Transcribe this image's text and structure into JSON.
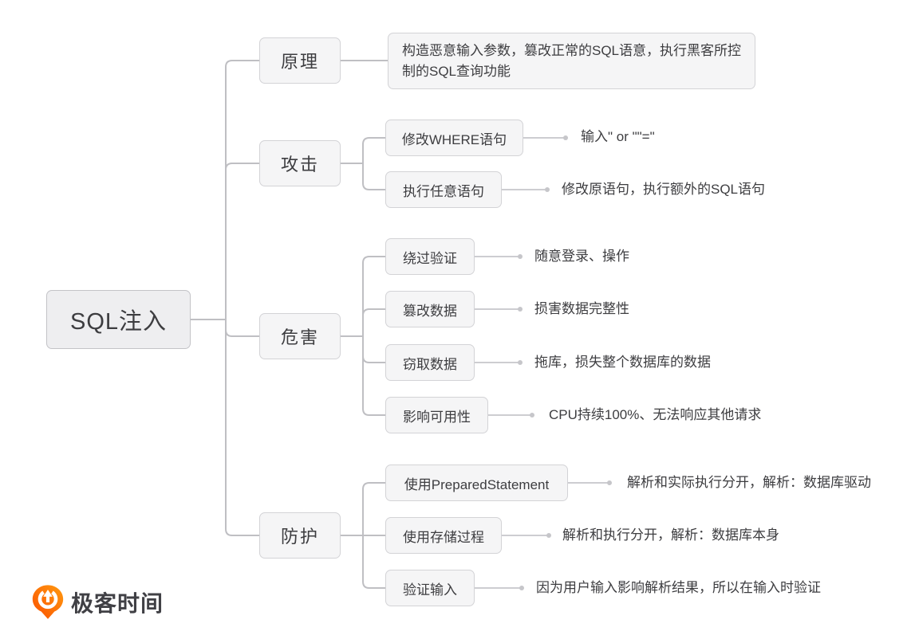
{
  "root": {
    "label": "SQL注入"
  },
  "branches": [
    {
      "label": "原理",
      "children": [
        {
          "label": "构造恶意输入参数，篡改正常的SQL语意，执行黑客所控制的SQL查询功能"
        }
      ]
    },
    {
      "label": "攻击",
      "children": [
        {
          "label": "修改WHERE语句",
          "leaf": "输入\" or \"\"=\""
        },
        {
          "label": "执行任意语句",
          "leaf": "修改原语句，执行额外的SQL语句"
        }
      ]
    },
    {
      "label": "危害",
      "children": [
        {
          "label": "绕过验证",
          "leaf": "随意登录、操作"
        },
        {
          "label": "篡改数据",
          "leaf": "损害数据完整性"
        },
        {
          "label": "窃取数据",
          "leaf": "拖库，损失整个数据库的数据"
        },
        {
          "label": "影响可用性",
          "leaf": "CPU持续100%、无法响应其他请求"
        }
      ]
    },
    {
      "label": "防护",
      "children": [
        {
          "label": "使用PreparedStatement",
          "leaf": "解析和实际执行分开，解析：数据库驱动"
        },
        {
          "label": "使用存储过程",
          "leaf": "解析和执行分开，解析：数据库本身"
        },
        {
          "label": "验证输入",
          "leaf": "因为用户输入影响解析结果，所以在输入时验证"
        }
      ]
    }
  ],
  "logo": {
    "text": "极客时间"
  },
  "colors": {
    "tree_line": "#bfbfc3",
    "leaf_line": "#cdcdd1",
    "box_border": "#d3d3d6",
    "box_fill": "#f5f5f6",
    "root_fill": "#eeeef0",
    "text": "#3d3d40",
    "logo_orange": "#ff6a00"
  }
}
